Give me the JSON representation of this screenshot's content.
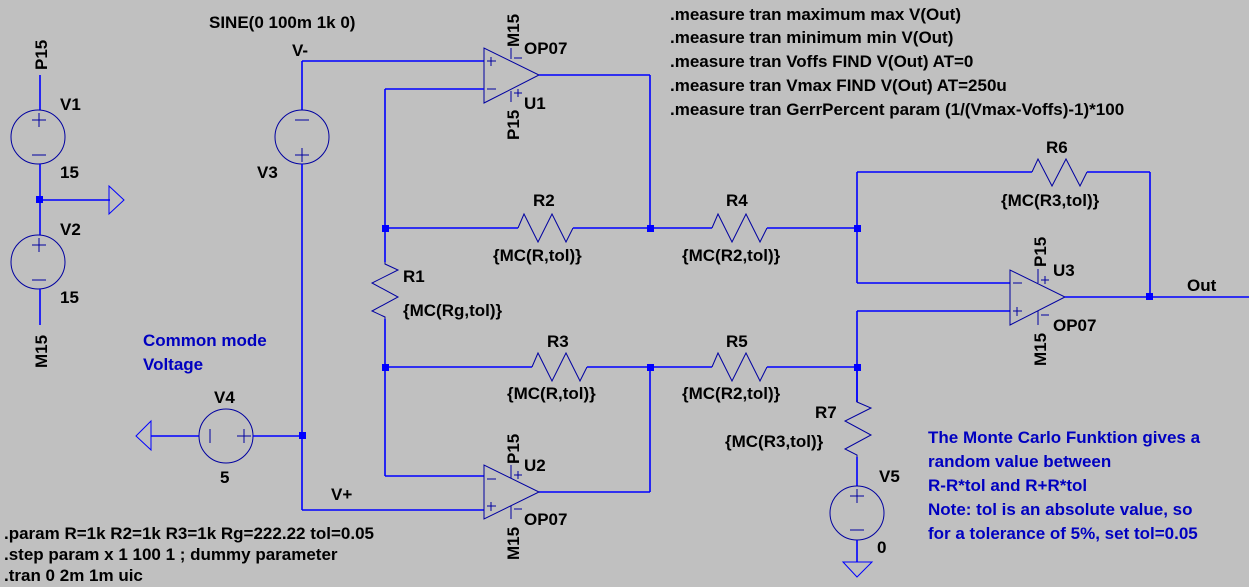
{
  "schematic": {
    "colors": {
      "background": "#c0c0c0",
      "wire": "#0000ff",
      "symbol": "#0000a0",
      "comment": "#0000c0",
      "text": "#000000"
    },
    "sources": {
      "V1": {
        "name": "V1",
        "value": "15",
        "top_net": "P15"
      },
      "V2": {
        "name": "V2",
        "value": "15",
        "bottom_net": "M15"
      },
      "V3": {
        "name": "V3",
        "value": "SINE(0 100m 1k 0)"
      },
      "V4": {
        "name": "V4",
        "value": "5"
      },
      "V5": {
        "name": "V5",
        "value": "0"
      }
    },
    "net_labels": {
      "v_minus": "V-",
      "v_plus": "V+",
      "out": "Out"
    },
    "opamps": {
      "U1": {
        "name": "U1",
        "model": "OP07",
        "top_supply": "M15",
        "bottom_supply": "P15"
      },
      "U2": {
        "name": "U2",
        "model": "OP07",
        "top_supply": "P15",
        "bottom_supply": "M15"
      },
      "U3": {
        "name": "U3",
        "model": "OP07",
        "top_supply": "P15",
        "bottom_supply": "M15"
      }
    },
    "resistors": {
      "R1": {
        "name": "R1",
        "value": "{MC(Rg,tol)}"
      },
      "R2": {
        "name": "R2",
        "value": "{MC(R,tol)}"
      },
      "R3": {
        "name": "R3",
        "value": "{MC(R,tol)}"
      },
      "R4": {
        "name": "R4",
        "value": "{MC(R2,tol)}"
      },
      "R5": {
        "name": "R5",
        "value": "{MC(R2,tol)}"
      },
      "R6": {
        "name": "R6",
        "value": "{MC(R3,tol)}"
      },
      "R7": {
        "name": "R7",
        "value": "{MC(R3,tol)}"
      }
    },
    "directives_measure": [
      ".measure tran maximum max V(Out)",
      ".measure tran minimum min V(Out)",
      ".measure tran  Voffs FIND  V(Out) AT=0",
      ".measure tran Vmax FIND V(Out) AT=250u",
      ".measure tran GerrPercent param (1/(Vmax-Voffs)-1)*100"
    ],
    "directives_sim": [
      ".param R=1k R2=1k R3=1k Rg=222.22 tol=0.05",
      ".step param x 1 100 1 ; dummy parameter",
      ".tran 0 2m 1m uic"
    ],
    "comment_common_mode": [
      "Common mode",
      "Voltage"
    ],
    "comment_monte_carlo": [
      "The Monte Carlo Funktion gives a",
      "random value between",
      "R-R*tol and R+R*tol",
      "Note: tol is an absolute value, so",
      "for a tolerance of 5%, set tol=0.05"
    ]
  }
}
